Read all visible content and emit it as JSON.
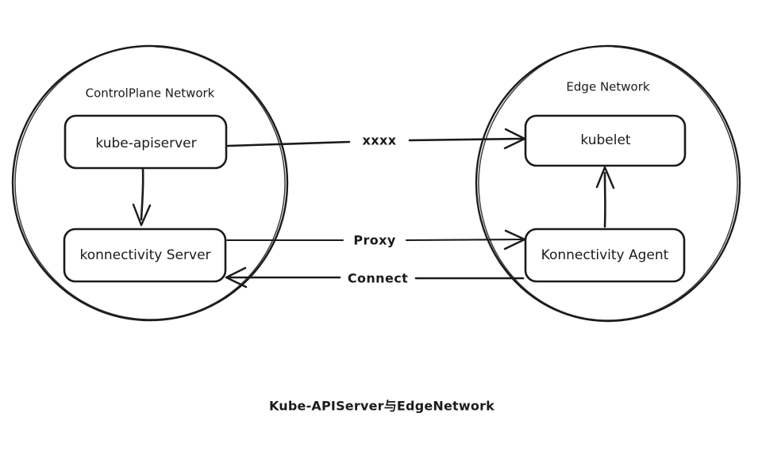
{
  "diagram": {
    "caption": "Kube-APIServer与EdgeNetwork",
    "groups": [
      {
        "id": "controlplane",
        "label": "ControlPlane Network",
        "shape": "ellipse"
      },
      {
        "id": "edge",
        "label": "Edge Network",
        "shape": "ellipse"
      }
    ],
    "nodes": [
      {
        "id": "kube-apiserver",
        "label": "kube-apiserver",
        "group": "controlplane"
      },
      {
        "id": "konnectivity-server",
        "label": "konnectivity Server",
        "group": "controlplane"
      },
      {
        "id": "kubelet",
        "label": "kubelet",
        "group": "edge"
      },
      {
        "id": "konnectivity-agent",
        "label": "Konnectivity Agent",
        "group": "edge"
      }
    ],
    "edges": [
      {
        "id": "apiserver-to-kubelet",
        "label": "xxxx",
        "from": "kube-apiserver",
        "to": "kubelet"
      },
      {
        "id": "apiserver-to-server",
        "label": "",
        "from": "kube-apiserver",
        "to": "konnectivity-server"
      },
      {
        "id": "server-to-agent",
        "label": "Proxy",
        "from": "konnectivity-server",
        "to": "konnectivity-agent"
      },
      {
        "id": "agent-to-server",
        "label": "Connect",
        "from": "konnectivity-agent",
        "to": "konnectivity-server"
      },
      {
        "id": "agent-to-kubelet",
        "label": "",
        "from": "konnectivity-agent",
        "to": "kubelet"
      }
    ],
    "colors": {
      "stroke": "#1b1b1b",
      "background": "#ffffff",
      "text": "#1b1b1b"
    }
  }
}
